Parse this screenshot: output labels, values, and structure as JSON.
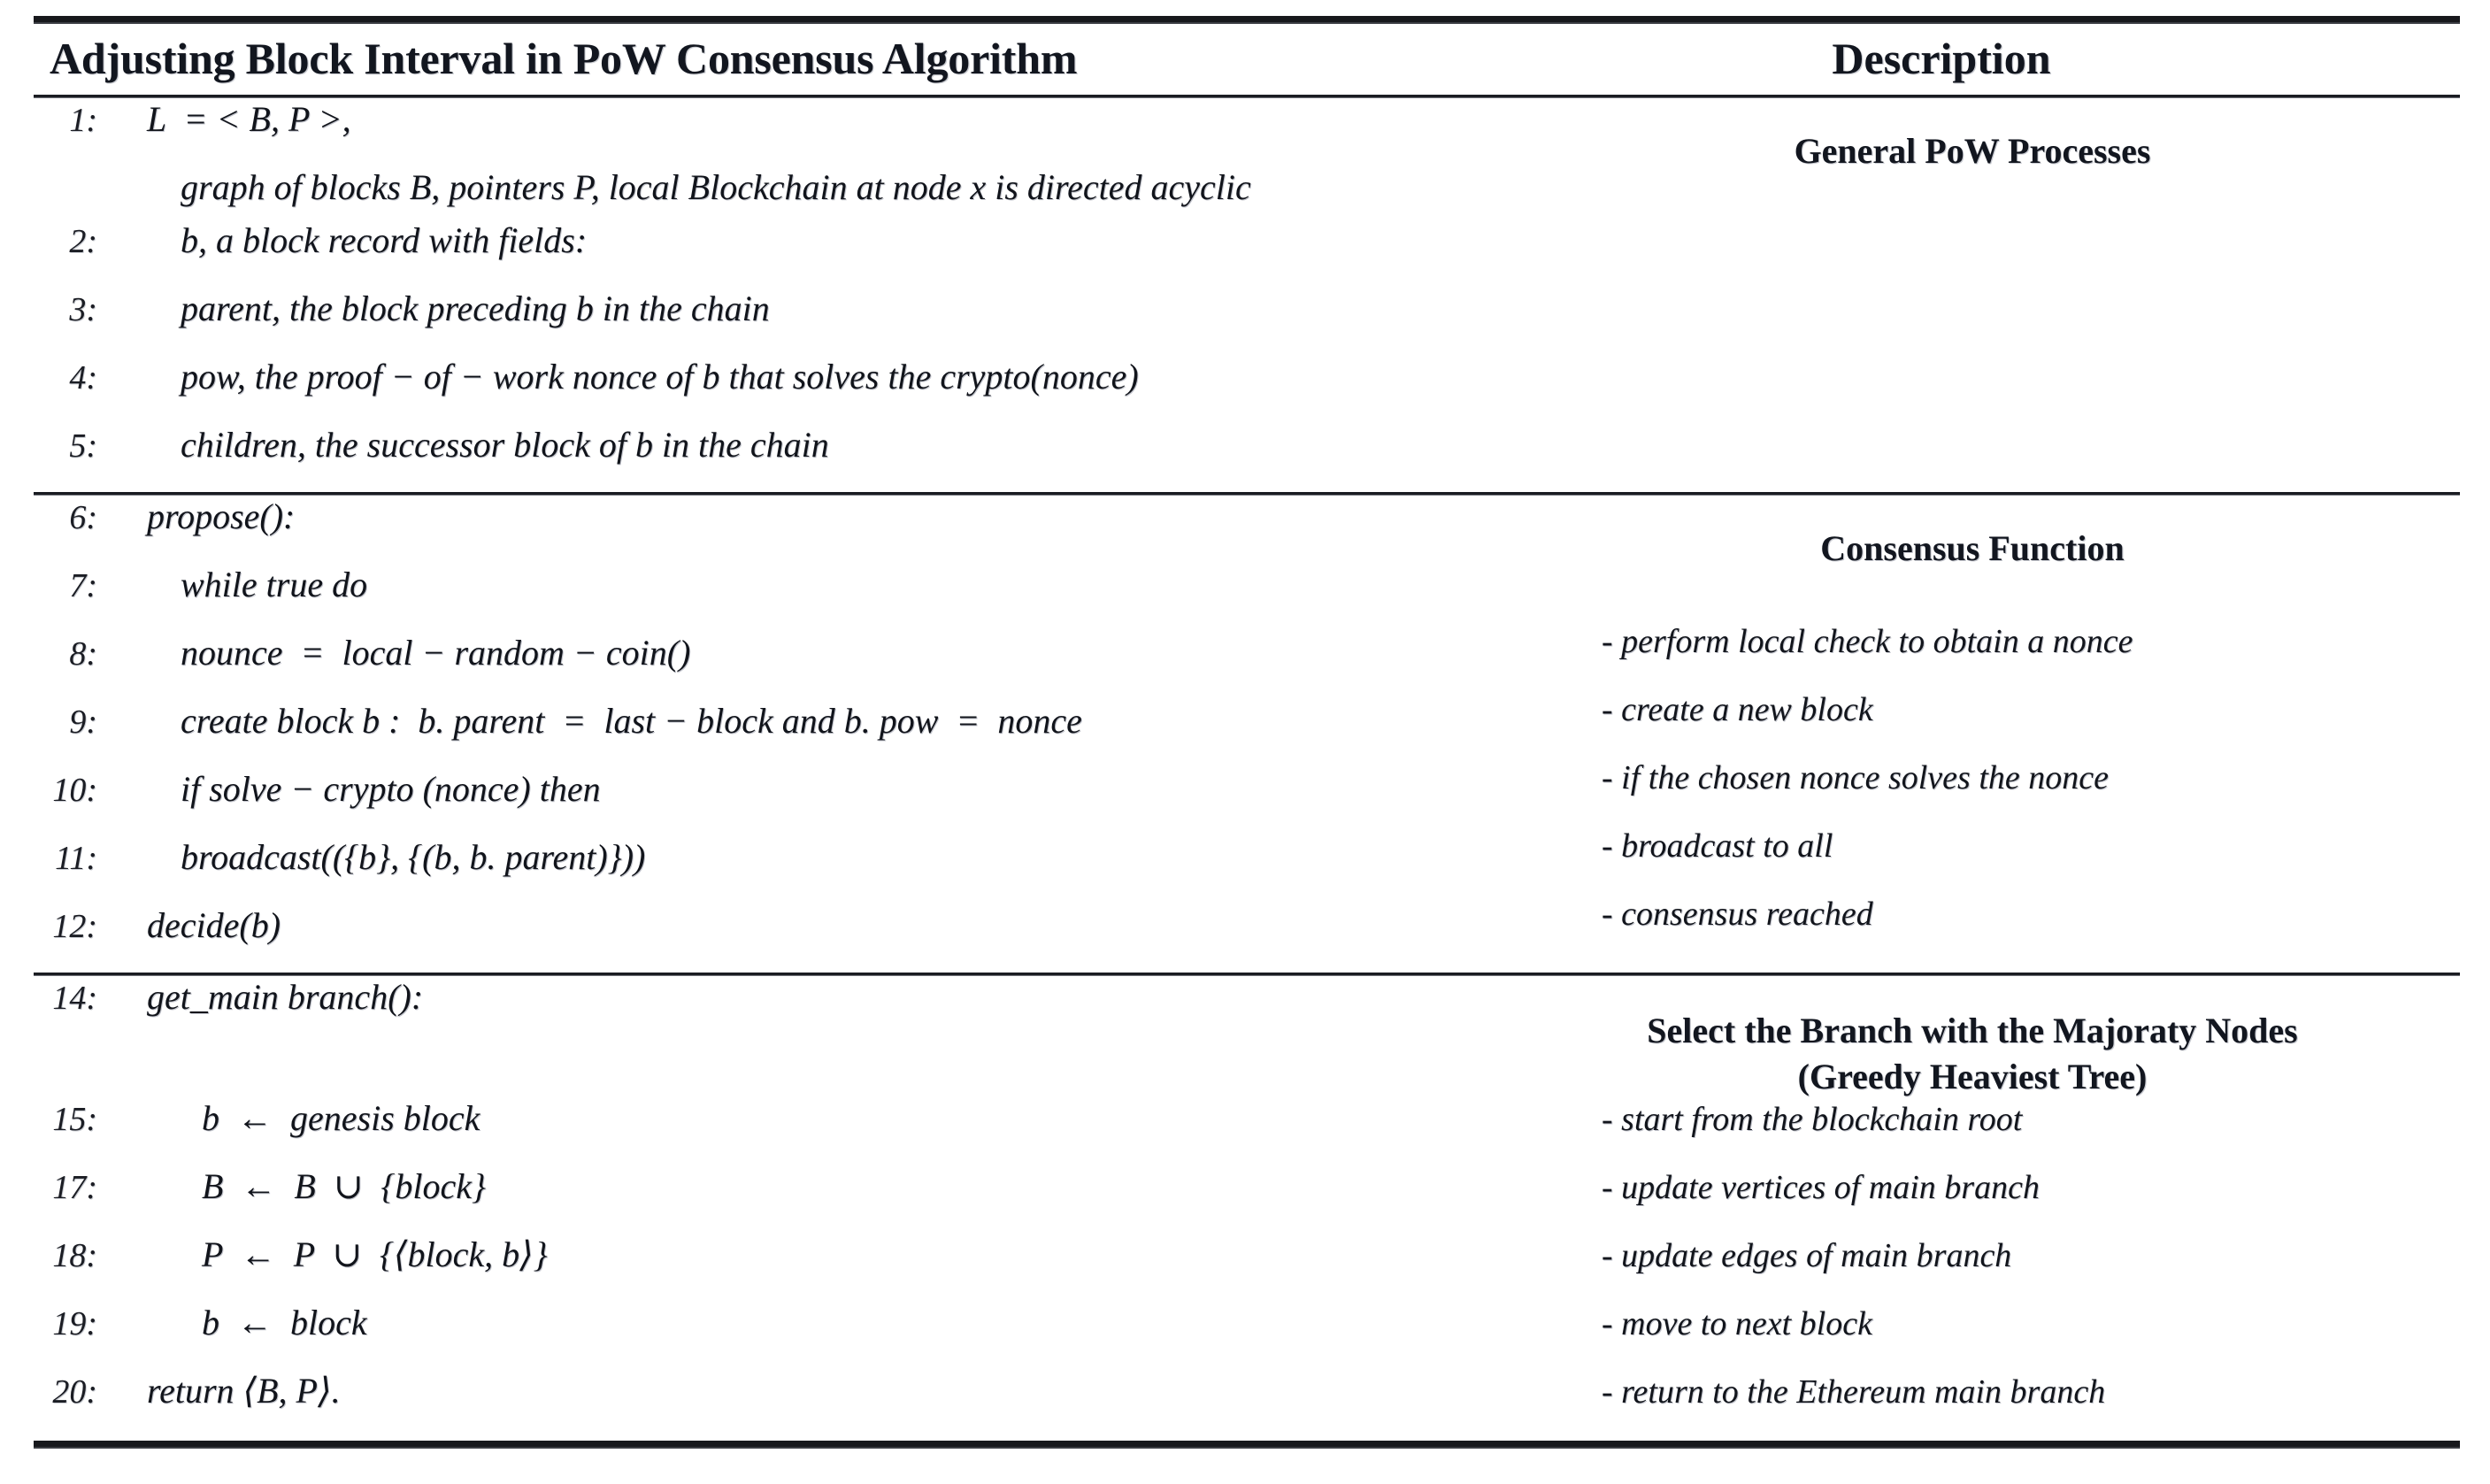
{
  "table": {
    "header": {
      "left_title": "Adjusting Block Interval in PoW Consensus Algorithm",
      "right_title": "Description"
    },
    "sections": [
      {
        "id": "general-pow-processes",
        "description_title": "General PoW Processes",
        "lines": [
          {
            "number": "1:",
            "code": "L  = < B, P >,",
            "continuation": "graph of blocks B, pointers P, local Blockchain at node x is directed acyclic",
            "indent": "ind1",
            "continuation_indent": "ind2",
            "description": ""
          },
          {
            "number": "2:",
            "code": "b, a block record with fields:",
            "indent": "ind2",
            "description": ""
          },
          {
            "number": "3:",
            "code": "parent, the block preceding b in the chain",
            "indent": "ind2",
            "description": ""
          },
          {
            "number": "4:",
            "code": "pow, the proof − of − work nonce of b that solves the crypto(nonce)",
            "indent": "ind2",
            "description": ""
          },
          {
            "number": "5:",
            "code": "children, the successor block of b in the chain",
            "indent": "ind2",
            "description": ""
          }
        ]
      },
      {
        "id": "consensus-function",
        "description_title": "Consensus Function",
        "lines": [
          {
            "number": "6:",
            "code": "propose():",
            "indent": "ind1",
            "description": ""
          },
          {
            "number": "7:",
            "code": "while true do",
            "indent": "ind2",
            "description": ""
          },
          {
            "number": "8:",
            "code": "nounce  =  local − random − coin()",
            "indent": "ind2",
            "description": "- perform local check to obtain a nonce"
          },
          {
            "number": "9:",
            "code": "create block b :  b. parent  =  last − block and b. pow  =  nonce",
            "indent": "ind2",
            "description": "- create a new block"
          },
          {
            "number": "10:",
            "code": "if solve − crypto (nonce) then",
            "indent": "ind2",
            "description": "- if the chosen nonce solves the nonce"
          },
          {
            "number": "11:",
            "code": "broadcast(({b}, {(b, b. parent)}))",
            "indent": "ind2",
            "description": "- broadcast to all"
          },
          {
            "number": "12:",
            "code": "decide(b)",
            "indent": "ind1",
            "description": "- consensus reached"
          }
        ]
      },
      {
        "id": "select-main-branch",
        "description_title": "Select the Branch with the Majoraty Nodes",
        "description_title_line2": "(Greedy Heaviest Tree)",
        "lines": [
          {
            "number": "14:",
            "code": "get_main branch():",
            "indent": "ind1",
            "description": ""
          },
          {
            "number": "15:",
            "code": "b  ←  genesis block",
            "indent": "ind3",
            "description": "- start from the blockchain root"
          },
          {
            "number": "17:",
            "code": "B  ←  B  ∪  {block}",
            "indent": "ind3",
            "description": "- update vertices of main branch"
          },
          {
            "number": "18:",
            "code": "P  ←  P  ∪  {⟨block, b⟩}",
            "indent": "ind3",
            "description": "- update edges of main branch"
          },
          {
            "number": "19:",
            "code": "b  ←  block",
            "indent": "ind3",
            "description": "- move to next block"
          },
          {
            "number": "20:",
            "code": "return ⟨B, P⟩.",
            "indent": "ind1",
            "description": "- return to the Ethereum main branch"
          }
        ]
      }
    ]
  }
}
